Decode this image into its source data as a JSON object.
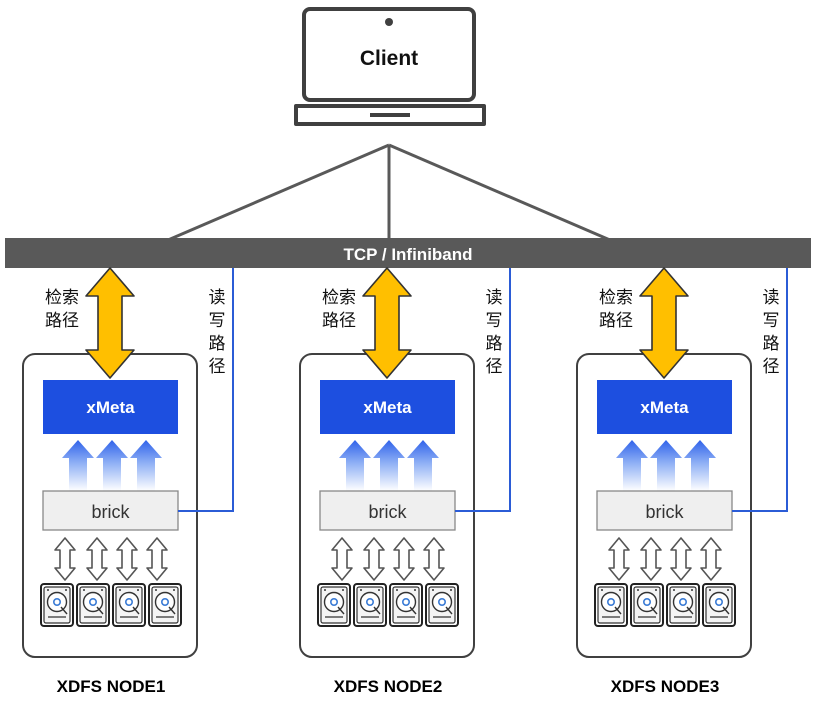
{
  "client": {
    "label": "Client"
  },
  "network": {
    "label": "TCP / Infiniband"
  },
  "colors": {
    "bus": "#595959",
    "xmeta": "#1d4fe0",
    "path_line": "#2b5cd6",
    "gold_arrow": "#ffbf00",
    "brick_fill": "#efefef",
    "node_border": "#404040"
  },
  "nodes": [
    {
      "name": "XDFS NODE1",
      "meta_label": "xMeta",
      "brick_label": "brick",
      "search_path": [
        "检索",
        "路径"
      ],
      "rw_path": [
        "读",
        "写",
        "路",
        "径"
      ],
      "disk_count": 4
    },
    {
      "name": "XDFS NODE2",
      "meta_label": "xMeta",
      "brick_label": "brick",
      "search_path": [
        "检索",
        "路径"
      ],
      "rw_path": [
        "读",
        "写",
        "路",
        "径"
      ],
      "disk_count": 4
    },
    {
      "name": "XDFS NODE3",
      "meta_label": "xMeta",
      "brick_label": "brick",
      "search_path": [
        "检索",
        "路径"
      ],
      "rw_path": [
        "读",
        "写",
        "路",
        "径"
      ],
      "disk_count": 4
    }
  ]
}
